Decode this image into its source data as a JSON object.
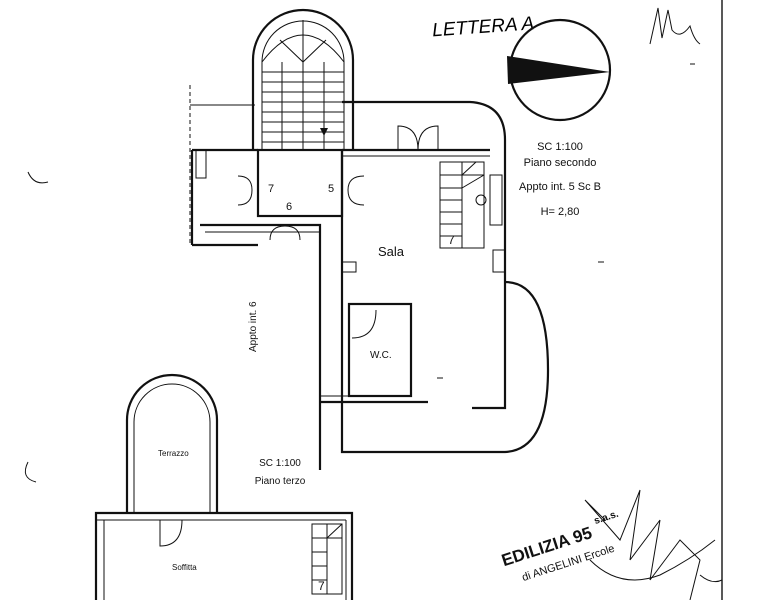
{
  "header": {
    "handwritten_note": "LETTERA A"
  },
  "upper_floor": {
    "scale": "SC 1:100",
    "floor": "Piano secondo",
    "unit_ref": "Appto int. 5 Sc B",
    "height": "H= 2,80",
    "rooms": {
      "sala": "Sala",
      "wc": "W.C.",
      "landing_num_left": "7",
      "landing_num_center": "6",
      "landing_num_right": "5",
      "stair_num": "7",
      "adjacent_unit": "Appto int. 6"
    }
  },
  "lower_floor": {
    "scale": "SC 1:100",
    "floor": "Piano terzo",
    "rooms": {
      "terrace": "Terrazzo",
      "attic": "Soffitta",
      "stair_num": "7"
    }
  },
  "stamp": {
    "line1": "EDILIZIA 95",
    "line2": "s.a.s.",
    "line3": "di ANGELINI Ercole"
  }
}
